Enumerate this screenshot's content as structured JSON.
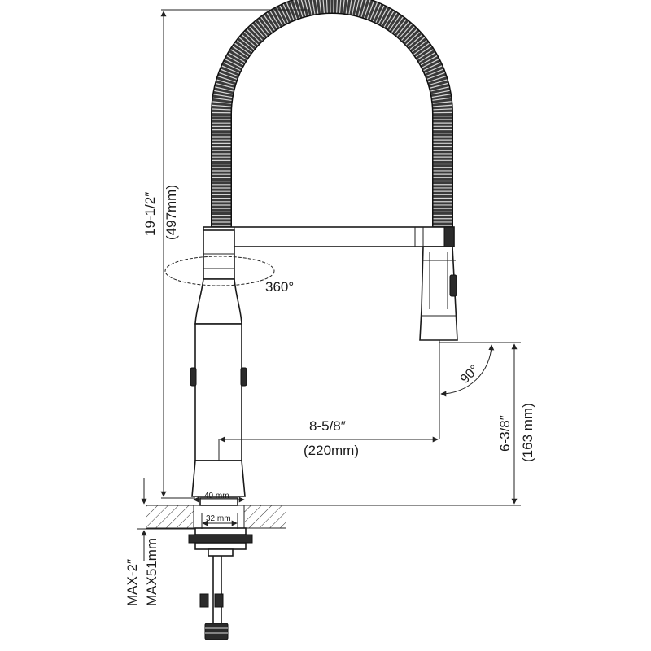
{
  "dimensions": {
    "total_height": "19-1/2″",
    "total_height_mm": "(497mm)",
    "reach": "8-5/8″",
    "reach_mm": "(220mm)",
    "spout_height": "6-3/8″",
    "spout_height_mm": "(163 mm)",
    "base_diameter": "40 mm",
    "hole_diameter": "32 mm",
    "max_deck": "MAX-2″",
    "max_deck_mm": "MAX51mm",
    "rotation": "360°",
    "spray_angle": "90°"
  },
  "colors": {
    "line": "#1a1a1a",
    "hose": "#2b2b2b",
    "background": "#ffffff"
  }
}
